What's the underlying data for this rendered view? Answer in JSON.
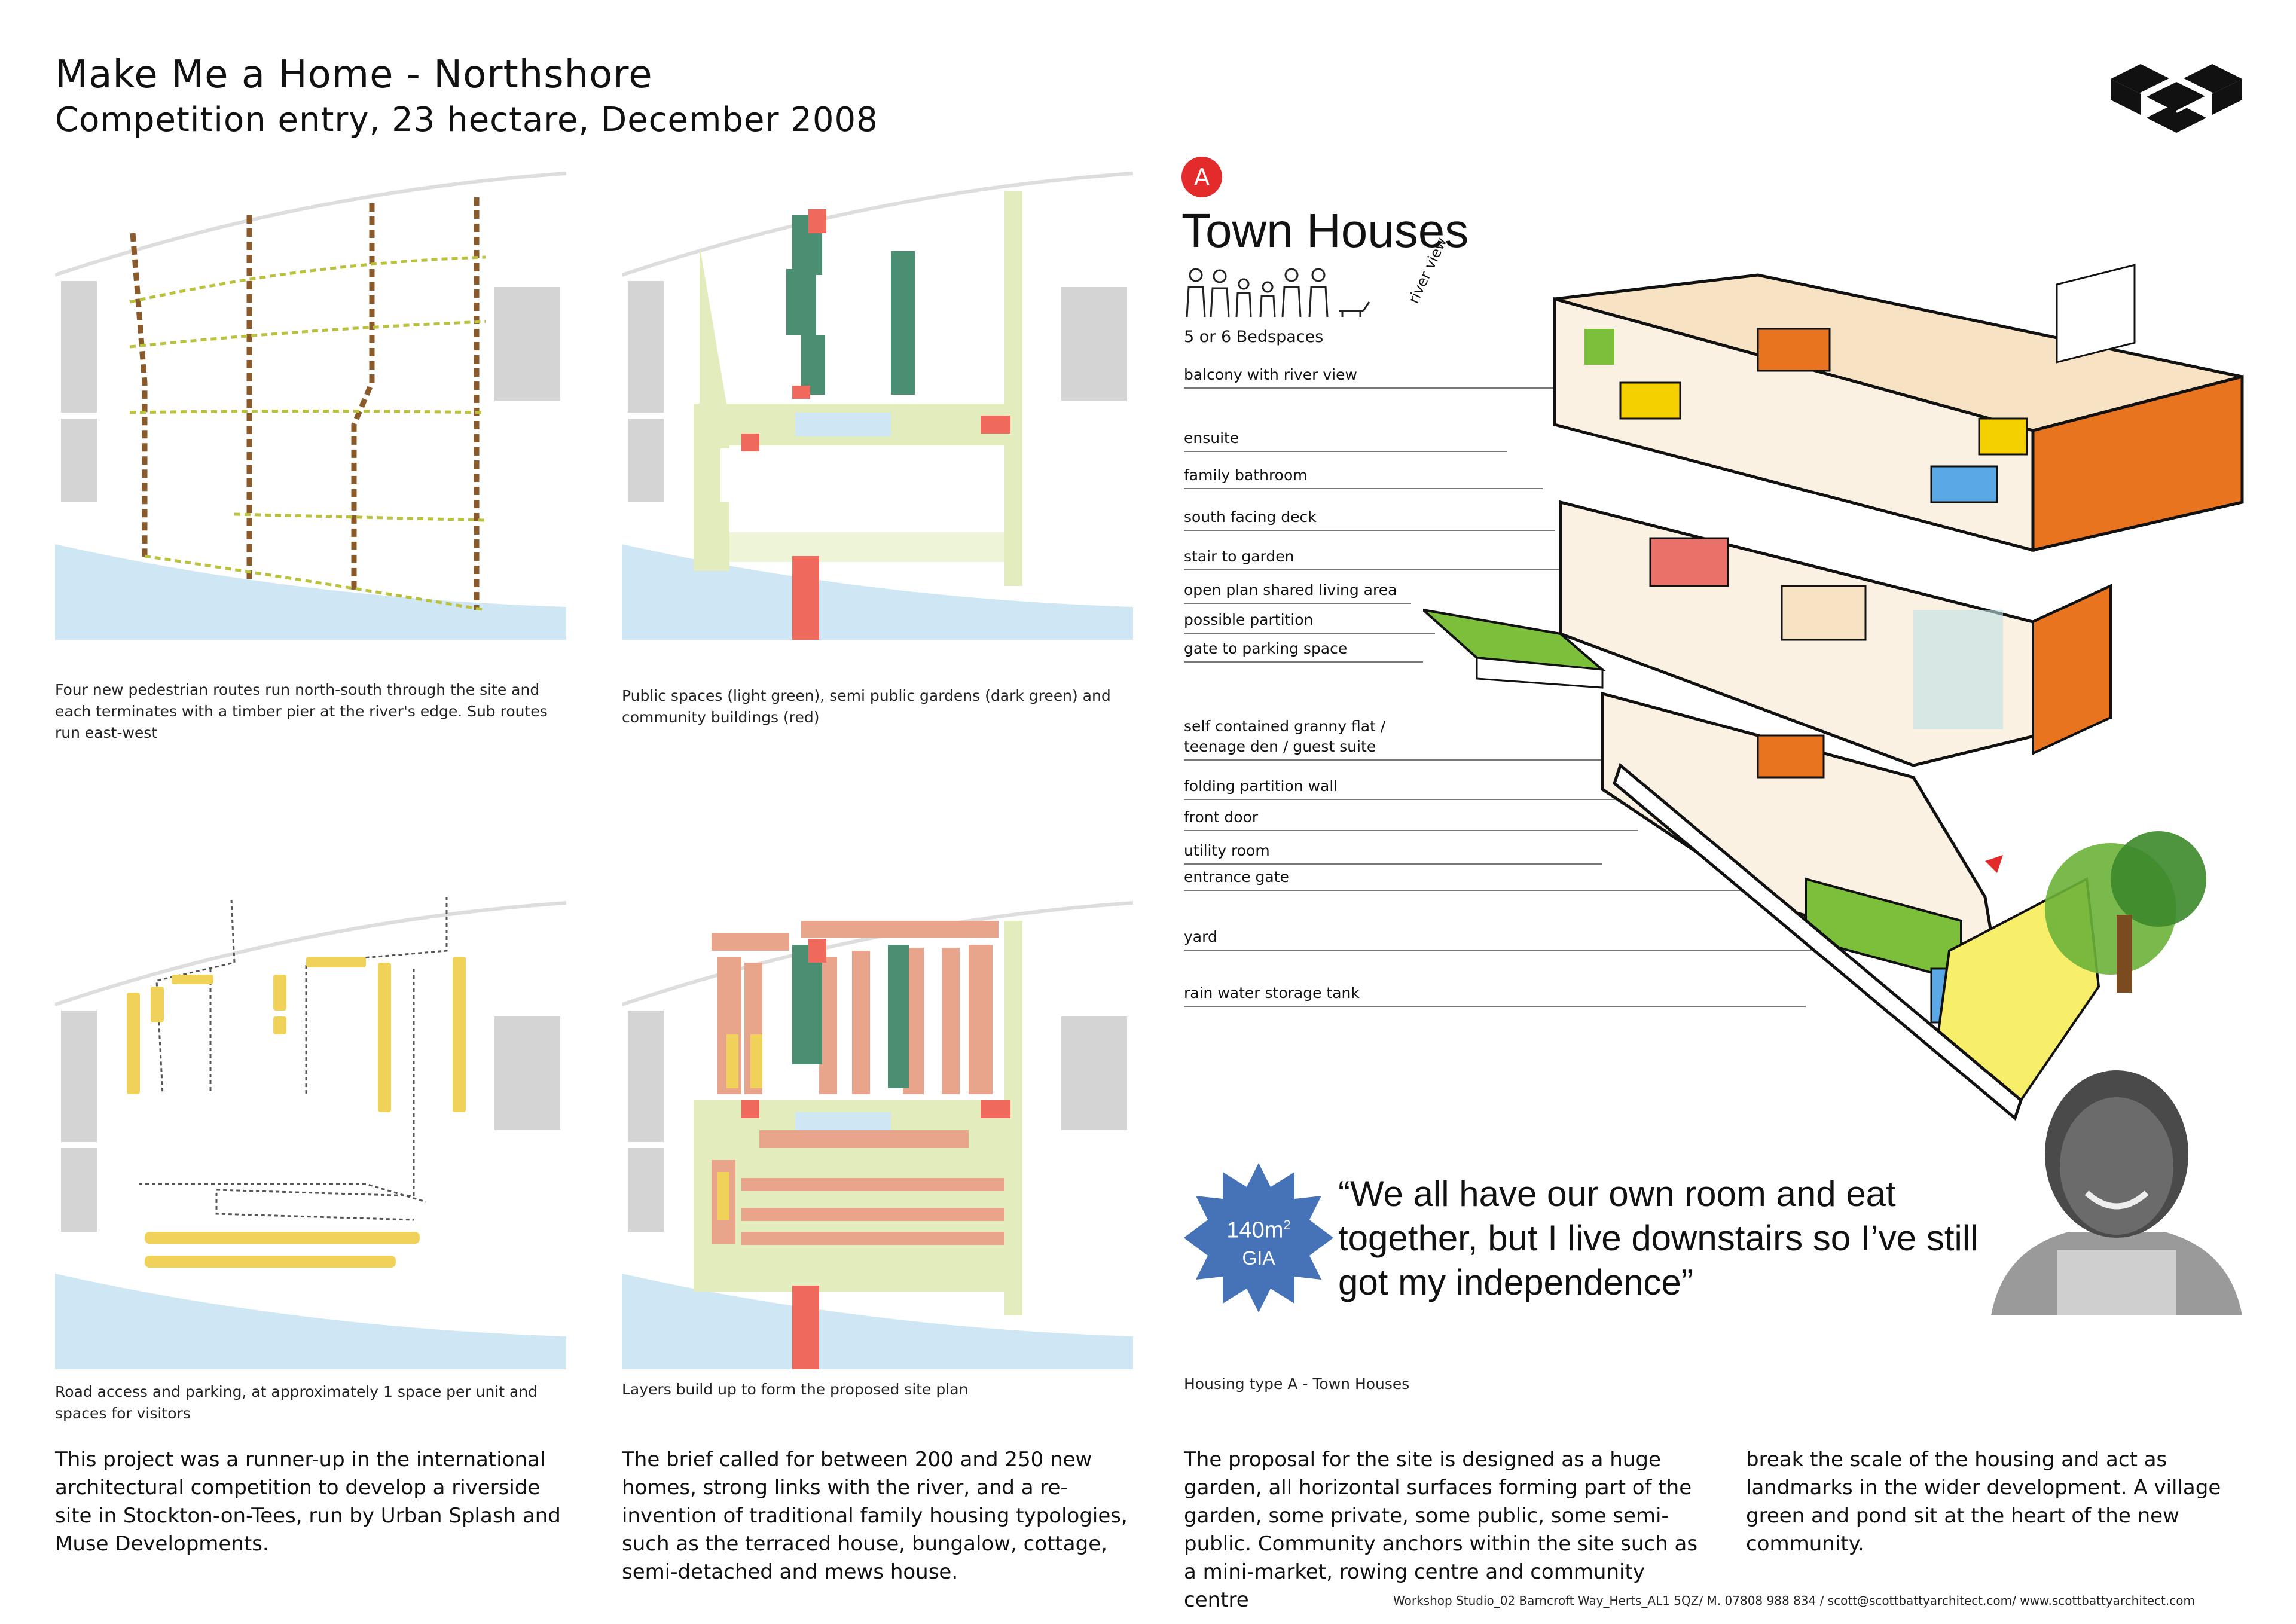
{
  "header": {
    "title": "Make Me a Home - Northshore",
    "subtitle": "Competition entry, 23 hectare, December 2008"
  },
  "panels": {
    "routes_caption": "Four new pedestrian routes run north-south through the site and each terminates with a timber pier at the river's edge. Sub routes run east-west",
    "spaces_caption": "Public spaces (light green), semi public gardens (dark green) and community buildings (red)",
    "roads_caption": "Road access and parking, at approximately 1 space per unit and spaces for visitors",
    "layers_caption": "Layers build up to form the proposed site plan"
  },
  "townhouse": {
    "badge": "A",
    "title": "Town Houses",
    "bedspaces": "5 or 6 Bedspaces",
    "river_view": "river view",
    "labels": [
      "balcony with river view",
      "ensuite",
      "family bathroom",
      "south facing deck",
      "stair to garden",
      "open plan shared living area",
      "possible partition",
      "gate to parking space",
      "self contained granny flat /",
      "teenage den / guest suite",
      "folding partition wall",
      "front door",
      "utility room",
      "entrance gate",
      "yard",
      "rain water storage tank"
    ],
    "area_value": "140m",
    "area_sup": "2",
    "area_unit": "GIA",
    "quote": "“We all have our own room and eat together, but I live downstairs so I’ve still got my independence”",
    "housing_caption": "Housing type A - Town Houses"
  },
  "body": {
    "col1": "This project was a runner-up in the international architectural competition to develop a riverside site in Stockton-on-Tees, run by Urban Splash and Muse Developments.",
    "col2": "The brief called for between 200 and 250 new homes, strong links with the river, and a re-invention of traditional family housing typologies, such as the terraced house, bungalow, cottage, semi-detached and mews house.",
    "col3": "The proposal for the site is designed as a huge garden, all horizontal surfaces forming part of the garden, some private, some public, some semi-public. Community anchors within the site such as a mini-market, rowing centre and community centre",
    "col4": "break the scale of the housing and act as landmarks in the wider development. A village green and pond sit at the heart of the new community."
  },
  "footer": "Workshop Studio_02 Barncroft Way_Herts_AL1 5QZ/ M. 07808 988 834 / scott@scottbattyarchitect.com/ www.scottbattyarchitect.com",
  "colors": {
    "river": "#cfe6f5",
    "building_grey": "#d4d4d4",
    "public_green": "#e3ecbd",
    "garden_green": "#4b8f72",
    "community_red": "#ef6a5c",
    "parking_yellow": "#f0d25a",
    "housing_salmon": "#e9a48c",
    "route_brown": "#8a5a2b",
    "badge_red": "#e32b2b",
    "gia_blue": "#4672b8"
  }
}
